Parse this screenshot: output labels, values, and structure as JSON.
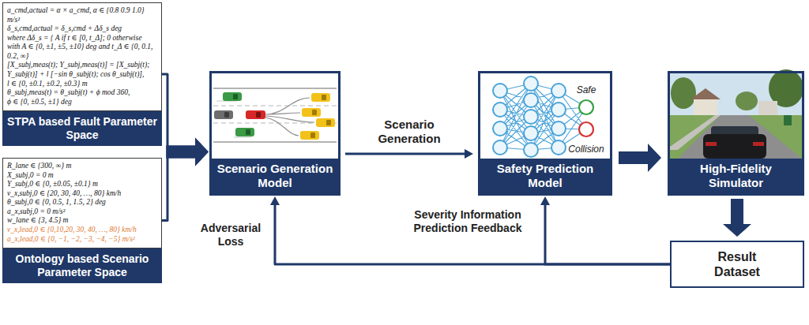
{
  "diagram": {
    "nodes": [
      {
        "text": [
          "a_cmd,actual = α × a_cmd, α ∈ {0.8 0.9 1.0} m/s²",
          "δ_s,cmd,actual = δ_s,cmd + Δδ_s deg",
          "where Δδ_s = { A if t ∈ [0, t_Δ]; 0 otherwise",
          "with A ∈ {0, ±1, ±5, ±10} deg and t_Δ ∈ {0, 0.1, 0.2, ∞}",
          "[X_subj,meas(t); Y_subj,meas(t)] = [X_subj(t); Y_subj(t)] + l [−sin θ_subj(t); cos θ_subj(t)],",
          "l ∈ {0, ±0.1, ±0.2, ±0.3} m",
          "θ_subj,meas(t) = θ_subj(t) + ϕ mod 360,",
          "ϕ ∈ {0, ±0.5, ±1} deg",
          "STPA based Fault Parameter Space"
        ]
      },
      {
        "text": [
          "R_lane ∈ {300, ∞} m",
          "X_subj,0 = 0 m",
          "Y_subj,0 ∈ {0, ±0.05, ±0.1} m",
          "v_x,subj,0 ∈ {20, 30, 40, …, 80} km/h",
          "θ_subj,0 ∈ {0, 0.5, 1, 1.5, 2} deg",
          "a_x,subj,0 = 0 m/s²",
          "w_lane ∈ {3, 4.5} m",
          "v_x,lead,0 ∈ {0,10,20, 30, 40, …, 80} km/h",
          "a_x,lead,0 ∈ {0, −1, −2, −3, −4, −5} m/s²",
          "Ontology based Scenario Parameter Space"
        ]
      },
      {
        "text": [
          "Scenario Generation Model"
        ]
      },
      {
        "text": [
          "Safety Prediction Model"
        ]
      },
      {
        "text": [
          "High-Fidelity Simulator"
        ]
      },
      {
        "text": [
          "Result Dataset"
        ]
      }
    ],
    "edges": [
      {
        "from": 0,
        "to": 2,
        "arrow": "to"
      },
      {
        "from": 1,
        "to": 2,
        "arrow": "to"
      },
      {
        "from": 2,
        "to": 3,
        "label": "Scenario Generation",
        "arrow": "to"
      },
      {
        "from": 3,
        "to": 4,
        "arrow": "to"
      },
      {
        "from": 4,
        "to": 5,
        "arrow": "to"
      },
      {
        "from": 5,
        "to": 3,
        "label": "Severity Information Prediction Feedback",
        "arrow": "to"
      },
      {
        "from": 5,
        "to": 2,
        "label": "Adversarial Loss",
        "arrow": "to"
      }
    ],
    "labels": [
      "Safe",
      "Collision"
    ]
  }
}
